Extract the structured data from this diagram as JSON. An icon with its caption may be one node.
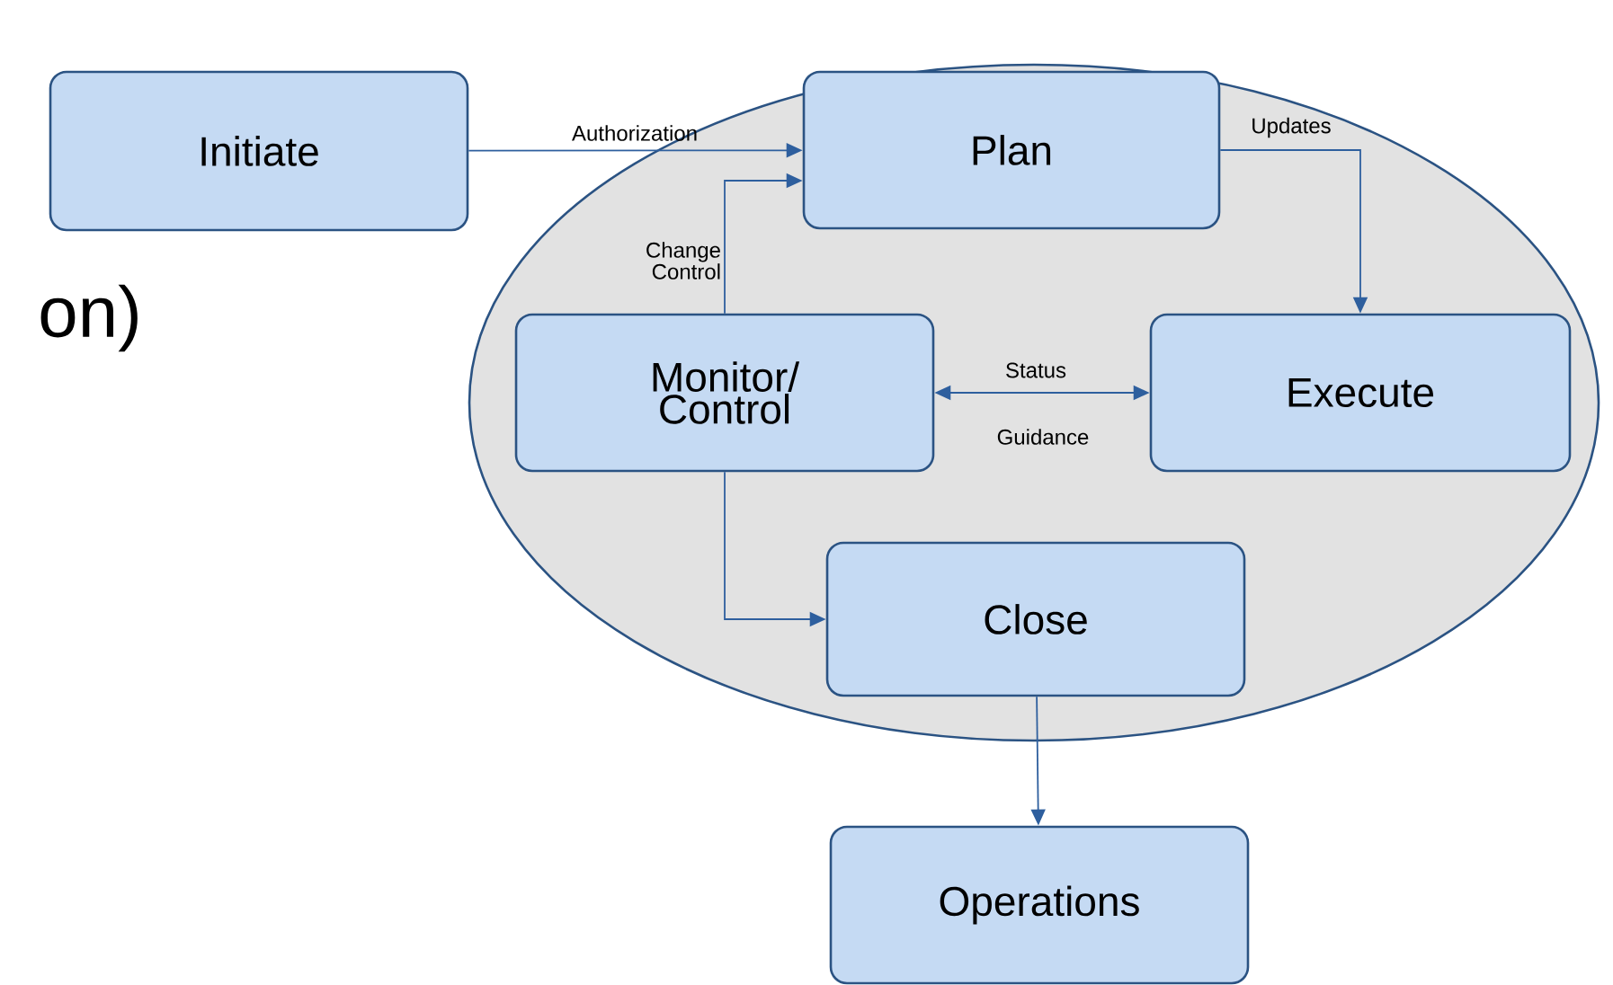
{
  "diagram": {
    "nodes": [
      {
        "text": [
          "Initiate"
        ]
      },
      {
        "text": [],
        "shape": "ellipse"
      },
      {
        "text": [
          "Plan"
        ],
        "in": 1
      },
      {
        "text": [
          "Monitor/ Control"
        ],
        "in": 1
      },
      {
        "text": [
          "Execute"
        ],
        "in": 1
      },
      {
        "text": [
          "Close"
        ],
        "in": 1
      },
      {
        "text": [
          "Operations"
        ]
      }
    ],
    "edges": [
      {
        "from": 0,
        "to": 2,
        "arrow": "to",
        "label": "Authorization"
      },
      {
        "from": 2,
        "to": 4,
        "arrow": "to",
        "label": "Updates"
      },
      {
        "from": 3,
        "to": 2,
        "arrow": "to",
        "label": "Change Control"
      },
      {
        "from": 3,
        "to": 4,
        "arrow": "both",
        "label": "Status"
      },
      {
        "from": 3,
        "to": 5,
        "arrow": "to"
      },
      {
        "from": 5,
        "to": 6,
        "arrow": "to"
      }
    ],
    "labels": [
      "on)",
      "Guidance"
    ]
  }
}
